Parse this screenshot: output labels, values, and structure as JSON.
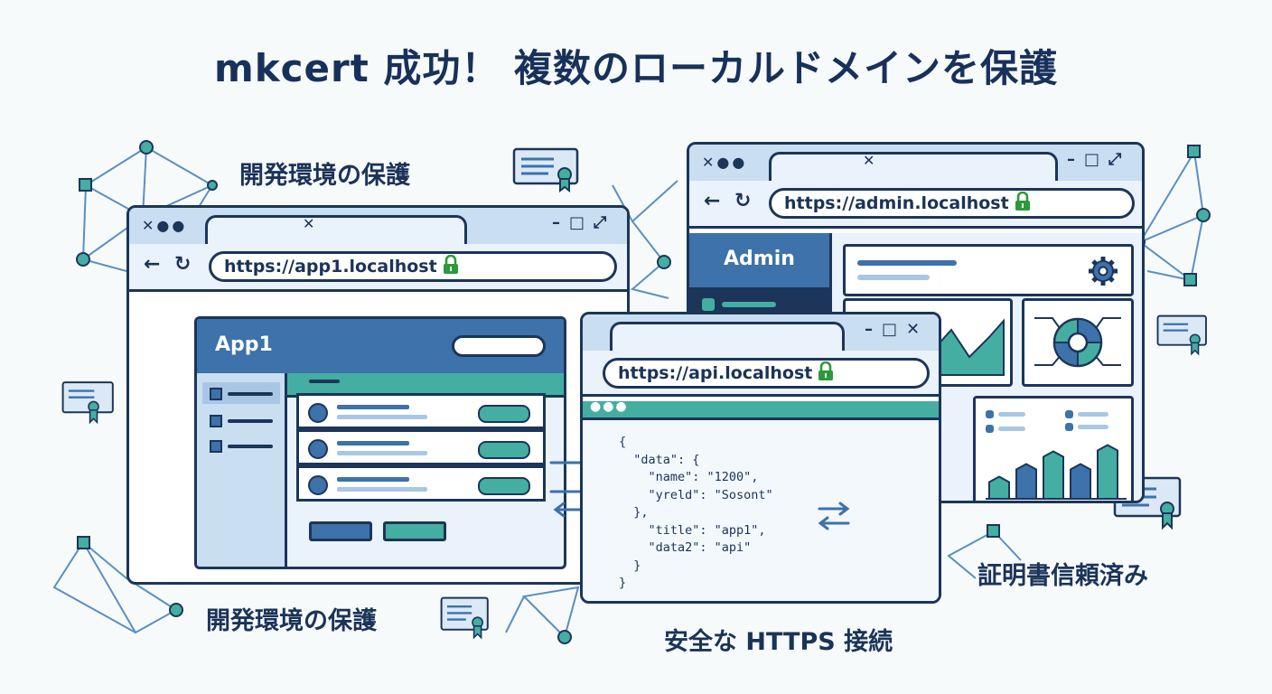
{
  "title": "mkcert 成功！ 複数のローカルドメインを保護",
  "captions": {
    "dev_top": "開発環境の保護",
    "dev_bottom": "開発環境の保護",
    "trusted": "証明書信頼済み",
    "https": "安全な HTTPS 接続"
  },
  "windows": {
    "app1": {
      "url": "https://app1.localhost",
      "app_title": "App1",
      "list_rows": 3,
      "sidebar_items": 3
    },
    "admin": {
      "url": "https://admin.localhost",
      "sidebar_title": "Admin",
      "bar_values": [
        0.35,
        0.55,
        0.75,
        0.55,
        0.85
      ]
    },
    "api": {
      "url": "https://api.localhost",
      "code_lines": [
        "{",
        "  \"data\": {",
        "    \"name\": \"1200\",",
        "    \"yreld\": \"Sosont\"",
        "  },",
        "    \"title\": \"app1\",",
        "    \"data2\": \"api\"",
        "  }",
        "}"
      ]
    }
  },
  "icons": [
    "lock-icon",
    "back-arrow-icon",
    "reload-icon",
    "close-icon",
    "minimize-icon",
    "maximize-icon",
    "expand-icon",
    "gear-icon",
    "certificate-icon",
    "sync-arrows-icon",
    "network-icon"
  ],
  "colors": {
    "navy": "#1c3559",
    "blue": "#3d72aa",
    "teal": "#44aea3",
    "light_blue": "#c9def0",
    "pale": "#eaf2fb",
    "lock_green": "#2c9a3a"
  }
}
